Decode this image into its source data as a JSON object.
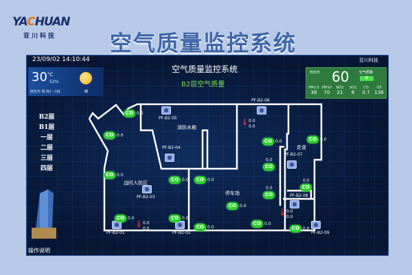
{
  "brand": {
    "logo": "YACHUAN",
    "subtitle": "亚川科技"
  },
  "title": "空气质量监控系统",
  "panel": {
    "datetime": "23/09/02 14:10:44",
    "company": "亚川科技",
    "title": "空气质量监控系统",
    "floor_title": "B2层空气质量",
    "help": "操作说明"
  },
  "weather": {
    "temp": "30",
    "unit": "°C",
    "humidity": "52%",
    "city": "西安市  晴 西1~3级",
    "condition": "晴"
  },
  "aqi": {
    "city": "西安市",
    "value": "60",
    "label": "空气质量",
    "level": "良",
    "pollutants": [
      {
        "name": "PM2.5",
        "value": "38"
      },
      {
        "name": "PM10",
        "value": "70"
      },
      {
        "name": "NO2",
        "value": "21"
      },
      {
        "name": "SO2",
        "value": "8"
      },
      {
        "name": "CO",
        "value": "0.7"
      },
      {
        "name": "O3",
        "value": "136"
      }
    ]
  },
  "floors": [
    "B2层",
    "B1层",
    "一层",
    "二层",
    "三层",
    "四层"
  ],
  "rooms": [
    "消防水箱",
    "战时人防区",
    "停车场",
    "走道"
  ],
  "fans": [
    "PF-B2-05",
    "PF-B2-04",
    "PF-B2-03",
    "PF-B2-01",
    "PF-B2-02",
    "PF-B2-06",
    "PF-B2-07",
    "PF-B2-08",
    "PF-B2-09"
  ],
  "co_label": "CO",
  "co_sensors": [
    "0.0",
    "0.0",
    "0.0",
    "0.0",
    "0.0",
    "0.0",
    "0.0",
    "0.0",
    "0.0",
    "0.0",
    "0.0",
    "0.0",
    "0.0",
    "0.0",
    "0.0",
    "0.0"
  ],
  "temp_sensors": [
    {
      "t": "0.0",
      "h": "0.0"
    },
    {
      "t": "0.0",
      "h": "0.0"
    },
    {
      "t": "0.0",
      "h": "0.0"
    }
  ]
}
